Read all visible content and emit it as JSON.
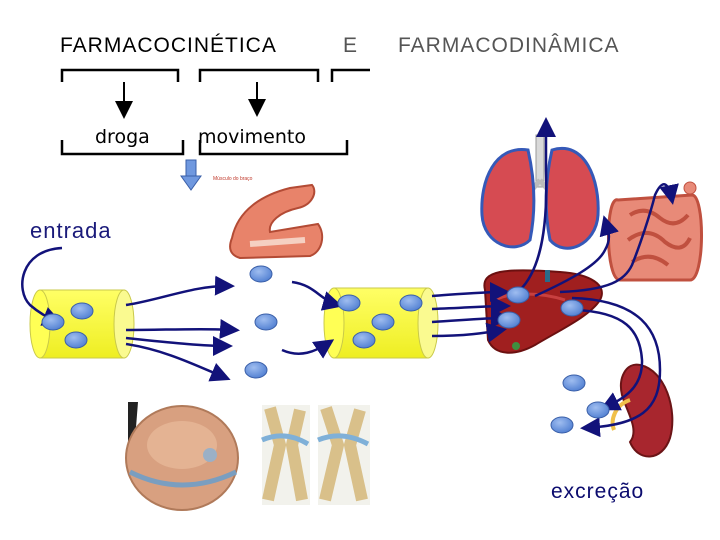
{
  "titles": {
    "pharmacokinetics": "FARMACOCINÉTICA",
    "connector": "E",
    "pharmacodynamics": "FARMACODINÂMICA"
  },
  "labels": {
    "drug": "droga",
    "movement": "movimento",
    "entry": "entrada",
    "excretion": "excreção",
    "arm_caption": "Músculo do braço"
  },
  "colors": {
    "cell_fill": "#ffff55",
    "cell_edge": "#fafa90",
    "molecule": "#6f98df",
    "arrow": "#12127a",
    "small_arrow": "#6f98df"
  },
  "images": [
    "lungs",
    "intestine",
    "arm-muscle",
    "liver",
    "kidney",
    "abdomen",
    "knee-joints"
  ]
}
